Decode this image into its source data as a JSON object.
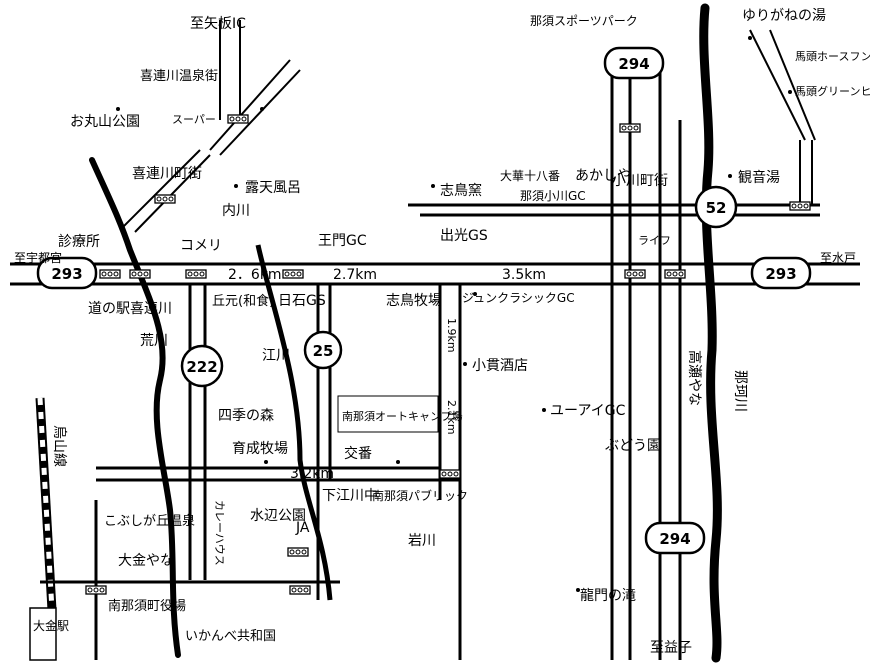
{
  "routes": {
    "r293": "293",
    "r294": "294",
    "r52": "52",
    "r222": "222",
    "r25": "25"
  },
  "directions": {
    "yaita": "至矢板IC",
    "utsunomiya": "至宇都宮",
    "mito": "至水戸",
    "mashiko": "至益子"
  },
  "distances": {
    "d1": "2．6km",
    "d2": "2.7km",
    "d3": "3.5km",
    "d4": "3.2km",
    "d5": "1.9km",
    "d6": "2.1km"
  },
  "places": {
    "kitsuregawa_onsen": "喜連川温泉街",
    "omaruyama": "お丸山公園",
    "super": "スーパー",
    "kitsuregawa_town": "喜連川町街",
    "rotenburo": "露天風呂",
    "uchikawa": "内川",
    "komeri": "コメリ",
    "shinryojo": "診療所",
    "michinoeki": "道の駅喜連川",
    "arakawa": "荒川",
    "okamoto": "丘元(和食)",
    "hishiro_gs": "日石GS",
    "emagawa": "江川",
    "ojimon_gc": "王門GC",
    "shichoji": "志鳥窯",
    "idemitsu": "出光GS",
    "daika": "大華十八番",
    "nasu_ogawa_gc": "那須小川GC",
    "akashiya": "あかしや",
    "ogawa_machi": "小川町街",
    "life": "ライフ",
    "kannonyu": "観音湯",
    "yurigane": "ゆりがねの湯",
    "bato_horse": "馬頭ホースフンド",
    "bato_green": "馬頭グリーンヒル",
    "nasu_sports": "那須スポーツパーク",
    "junk_classic": "ジュンクラシックGC",
    "shichori_farm": "志鳥牧場",
    "kotsura": "小貫酒店",
    "minaminasu_camp": "南那須オートキャンプ場",
    "yui_gc": "ユーアイGC",
    "takase": "高瀬やな",
    "nakagawa": "那珂川",
    "budoen": "ぶどう園",
    "shiki": "四季の森",
    "ikusei": "育成牧場",
    "koban": "交番",
    "shimoe": "下江川中",
    "minaminasu_republic": "南那須パブリック",
    "iwakawa": "岩川",
    "ja": "JA",
    "karaoke": "カレーハウス",
    "mizube": "水辺公園",
    "kobushi": "こぶしが丘温泉",
    "taikin_yana": "大金やな",
    "minaminasu_office": "南那須町役場",
    "ikanbe": "いかんべ共和国",
    "ryumon": "龍門の滝",
    "karasuyama_line": "烏山線",
    "taikin_station": "大金駅"
  }
}
